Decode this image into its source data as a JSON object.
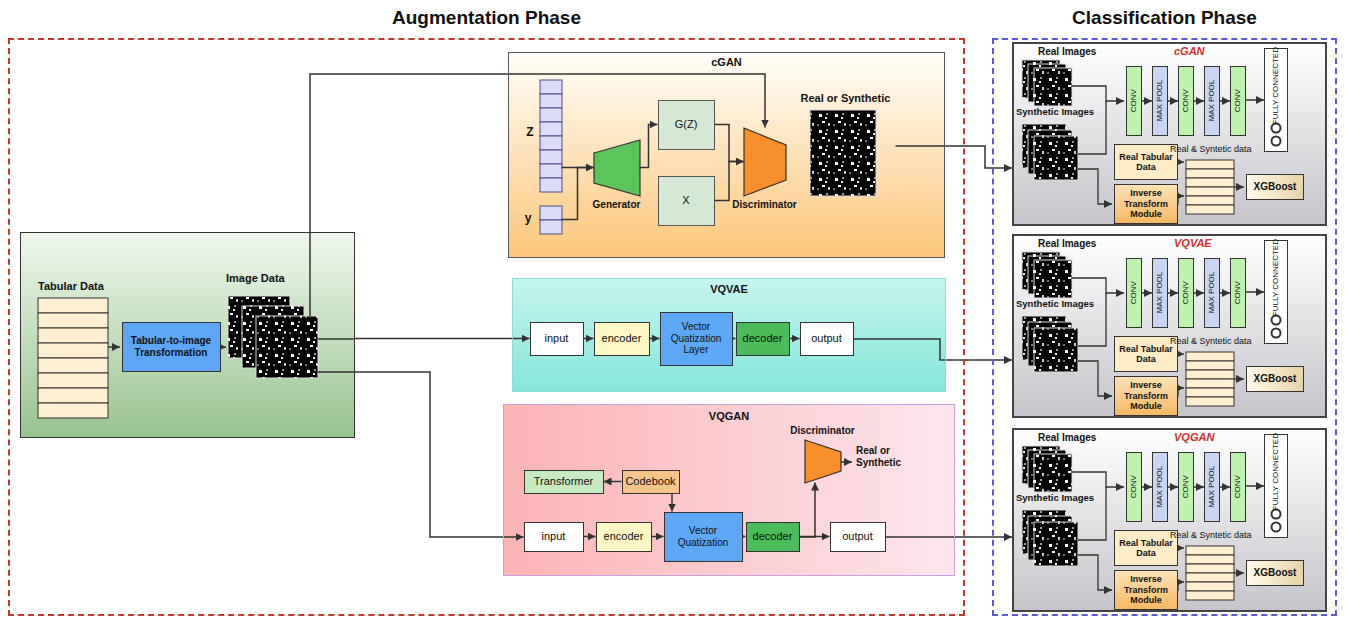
{
  "diagram": {
    "nodes": [
      {
        "text": [
          "Augmentation Phase"
        ]
      },
      {
        "text": [
          "Tabular Data",
          "Image Data"
        ],
        "in": 0
      },
      {
        "text": [
          "Tabular-to-image Transformation"
        ],
        "in": 1
      },
      {
        "text": [
          "cGAN"
        ],
        "in": 0
      },
      {
        "text": [
          "Z"
        ],
        "in": 3
      },
      {
        "text": [
          "y"
        ],
        "in": 3
      },
      {
        "text": [
          "Generator"
        ],
        "in": 3
      },
      {
        "text": [
          "G(Z)"
        ],
        "in": 3
      },
      {
        "text": [
          "X"
        ],
        "in": 3
      },
      {
        "text": [
          "Discriminator"
        ],
        "in": 3
      },
      {
        "text": [
          "Real or Synthetic"
        ],
        "in": 3
      },
      {
        "text": [
          "VQVAE"
        ],
        "in": 0
      },
      {
        "text": [
          "input"
        ],
        "in": 11
      },
      {
        "text": [
          "encoder"
        ],
        "in": 11
      },
      {
        "text": [
          "Vector Quatization Layer"
        ],
        "in": 11
      },
      {
        "text": [
          "decoder"
        ],
        "in": 11
      },
      {
        "text": [
          "output"
        ],
        "in": 11
      },
      {
        "text": [
          "VQGAN"
        ],
        "in": 0
      },
      {
        "text": [
          "Transformer"
        ],
        "in": 17
      },
      {
        "text": [
          "Codebook"
        ],
        "in": 17
      },
      {
        "text": [
          "Discriminator"
        ],
        "in": 17
      },
      {
        "text": [
          "input"
        ],
        "in": 17
      },
      {
        "text": [
          "encoder"
        ],
        "in": 17
      },
      {
        "text": [
          "Vector Quatization"
        ],
        "in": 17
      },
      {
        "text": [
          "decoder"
        ],
        "in": 17
      },
      {
        "text": [
          "output"
        ],
        "in": 17
      },
      {
        "text": [
          "Classification Phase"
        ]
      },
      {
        "text": [
          "Real Images",
          "cGAN",
          "Synthetic Images",
          "Real & Syntetic data"
        ],
        "in": 26
      },
      {
        "text": [
          "CONV"
        ],
        "in": 27
      },
      {
        "text": [
          "MAX POOL"
        ],
        "in": 27
      },
      {
        "text": [
          "CONV"
        ],
        "in": 27
      },
      {
        "text": [
          "MAX POOL"
        ],
        "in": 27
      },
      {
        "text": [
          "CONV"
        ],
        "in": 27
      },
      {
        "text": [
          "FULLY CONNECTED"
        ],
        "in": 27
      },
      {
        "text": [
          "Real Tabular Data"
        ],
        "in": 27
      },
      {
        "text": [
          "Inverse Transform Module"
        ],
        "in": 27
      },
      {
        "text": [
          "XGBoost"
        ],
        "in": 27
      },
      {
        "text": [
          "Real Images",
          "VQVAE",
          "Synthetic Images",
          "Real & Syntetic data"
        ],
        "in": 26
      },
      {
        "text": [
          "CONV"
        ],
        "in": 37
      },
      {
        "text": [
          "MAX POOL"
        ],
        "in": 37
      },
      {
        "text": [
          "CONV"
        ],
        "in": 37
      },
      {
        "text": [
          "MAX POOL"
        ],
        "in": 37
      },
      {
        "text": [
          "CONV"
        ],
        "in": 37
      },
      {
        "text": [
          "FULLY CONNECTED"
        ],
        "in": 37
      },
      {
        "text": [
          "Real Tabular Data"
        ],
        "in": 37
      },
      {
        "text": [
          "Inverse Transform Module"
        ],
        "in": 37
      },
      {
        "text": [
          "XGBoost"
        ],
        "in": 37
      },
      {
        "text": [
          "Real Images",
          "VQGAN",
          "Synthetic Images",
          "Real & Syntetic data"
        ],
        "in": 26
      },
      {
        "text": [
          "CONV"
        ],
        "in": 47
      },
      {
        "text": [
          "MAX POOL"
        ],
        "in": 47
      },
      {
        "text": [
          "CONV"
        ],
        "in": 47
      },
      {
        "text": [
          "MAX POOL"
        ],
        "in": 47
      },
      {
        "text": [
          "CONV"
        ],
        "in": 47
      },
      {
        "text": [
          "FULLY CONNECTED"
        ],
        "in": 47
      },
      {
        "text": [
          "Real Tabular Data"
        ],
        "in": 47
      },
      {
        "text": [
          "Inverse Transform Module"
        ],
        "in": 47
      },
      {
        "text": [
          "XGBoost"
        ],
        "in": 47
      }
    ],
    "edges": [
      {
        "from": 4,
        "to": 6,
        "arrow": "to"
      },
      {
        "from": 5,
        "to": 6,
        "arrow": "to"
      },
      {
        "from": 6,
        "to": 7,
        "arrow": "to"
      },
      {
        "from": 7,
        "to": 9,
        "arrow": "to"
      },
      {
        "from": 8,
        "to": 9,
        "arrow": "to"
      },
      {
        "from": 1,
        "to": 9,
        "arrow": "to"
      },
      {
        "from": 10,
        "to": 27,
        "arrow": "to"
      },
      {
        "from": 1,
        "to": 12,
        "arrow": "to"
      },
      {
        "from": 12,
        "to": 13,
        "arrow": "to"
      },
      {
        "from": 13,
        "to": 14,
        "arrow": "to"
      },
      {
        "from": 14,
        "to": 15,
        "arrow": "to"
      },
      {
        "from": 15,
        "to": 16,
        "arrow": "to"
      },
      {
        "from": 16,
        "to": 37,
        "arrow": "to"
      },
      {
        "from": 1,
        "to": 21,
        "arrow": "to"
      },
      {
        "from": 19,
        "to": 18,
        "arrow": "to"
      },
      {
        "from": 19,
        "to": 23,
        "arrow": "to"
      },
      {
        "from": 21,
        "to": 22,
        "arrow": "to"
      },
      {
        "from": 22,
        "to": 23,
        "arrow": "to"
      },
      {
        "from": 23,
        "to": 24,
        "arrow": "to"
      },
      {
        "from": 24,
        "to": 25,
        "arrow": "to"
      },
      {
        "from": 24,
        "to": 20,
        "arrow": "to"
      },
      {
        "from": 25,
        "to": 47,
        "arrow": "to"
      },
      {
        "from": 28,
        "to": 29,
        "arrow": "to"
      },
      {
        "from": 29,
        "to": 30,
        "arrow": "to"
      },
      {
        "from": 30,
        "to": 31,
        "arrow": "to"
      },
      {
        "from": 31,
        "to": 32,
        "arrow": "to"
      },
      {
        "from": 32,
        "to": 33,
        "arrow": "to"
      },
      {
        "from": 38,
        "to": 39,
        "arrow": "to"
      },
      {
        "from": 39,
        "to": 40,
        "arrow": "to"
      },
      {
        "from": 40,
        "to": 41,
        "arrow": "to"
      },
      {
        "from": 41,
        "to": 42,
        "arrow": "to"
      },
      {
        "from": 42,
        "to": 43,
        "arrow": "to"
      },
      {
        "from": 48,
        "to": 49,
        "arrow": "to"
      },
      {
        "from": 49,
        "to": 50,
        "arrow": "to"
      },
      {
        "from": 50,
        "to": 51,
        "arrow": "to"
      },
      {
        "from": 51,
        "to": 52,
        "arrow": "to"
      },
      {
        "from": 52,
        "to": 53,
        "arrow": "to"
      }
    ],
    "labels": [
      "Real or Synthetic"
    ]
  }
}
